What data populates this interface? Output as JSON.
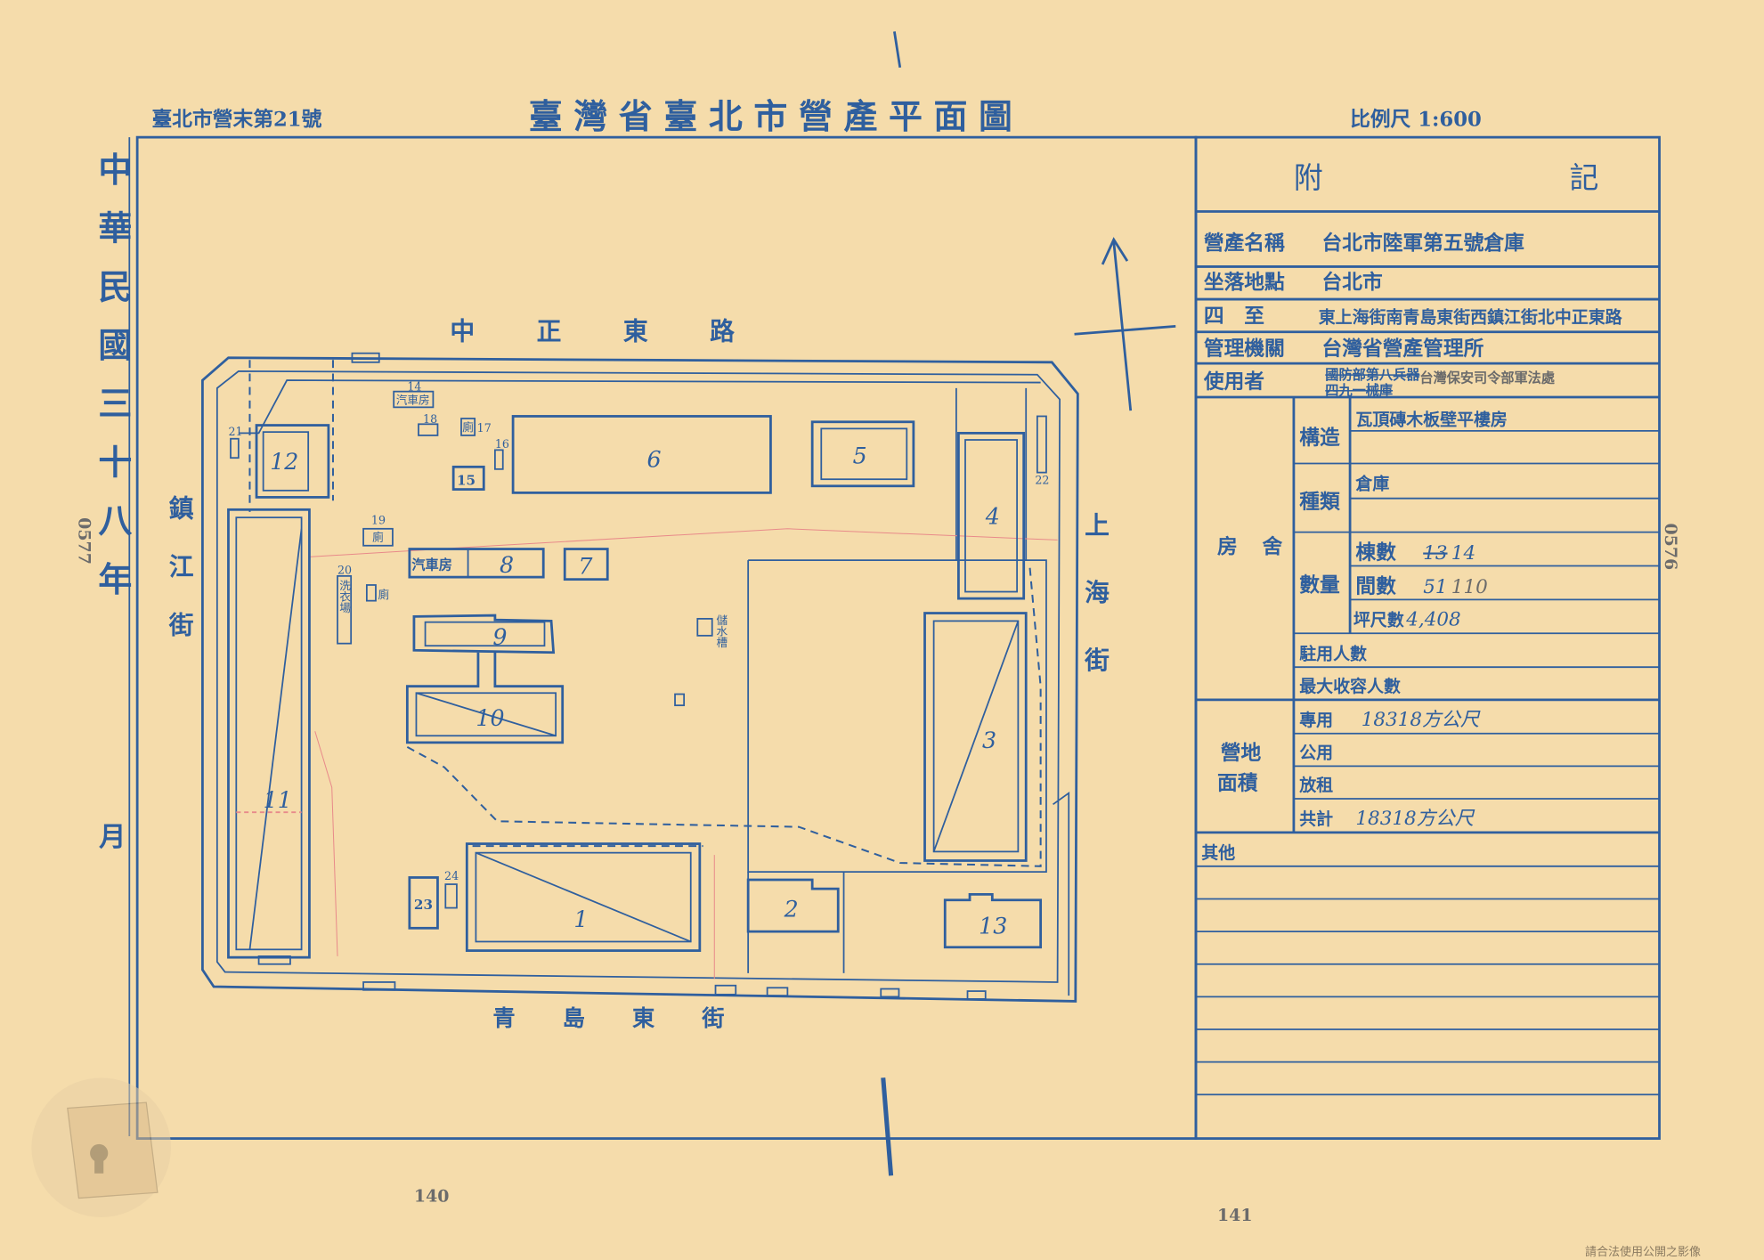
{
  "header": {
    "reference_no": "臺北市營末第21號",
    "title": "臺灣省臺北市營產平面圖",
    "scale": "比例尺 1:600"
  },
  "side_date": {
    "year": "中華民國三十八年",
    "month": "月"
  },
  "stamps": {
    "left": "0577",
    "right": "0576"
  },
  "page_numbers": {
    "left": "140",
    "right": "141"
  },
  "watermark": "請合法使用公開之影像",
  "streets": {
    "north": "中正東路",
    "south": "青島東街",
    "west": "鎮江街",
    "east": "上海街"
  },
  "map_labels": {
    "b1": "1",
    "b2": "2",
    "b3": "3",
    "b4": "4",
    "b5": "5",
    "b6": "6",
    "b7": "7",
    "b8": "8",
    "b9": "9",
    "b10": "10",
    "b11": "11",
    "b12": "12",
    "b13": "13",
    "b14": "14",
    "b15": "15",
    "b16": "16",
    "b17": "17",
    "b18": "18",
    "b19": "19",
    "b20": "20",
    "b21": "21",
    "b22": "22",
    "b23": "23",
    "b24": "24",
    "garage": "汽車房",
    "garage_small": "汽車房",
    "toilet": "廁",
    "toilet2": "廁",
    "toilet3": "廁",
    "laundry": "洗衣場",
    "water_tank": "儲水槽"
  },
  "notes": {
    "title_left": "附",
    "title_right": "記",
    "property_name_label": "營產名稱",
    "property_name": "台北市陸軍第五號倉庫",
    "location_label": "坐落地點",
    "location": "台北市",
    "boundaries_label": "四　至",
    "boundaries": "東上海街南青島東街西鎮江街北中正東路",
    "management_label": "管理機關",
    "management": "台灣省營產管理所",
    "user_label": "使用者",
    "user_struck_1": "國防部第八兵器",
    "user_struck_2": "四九一械庫",
    "user": "台灣保安司令部軍法處",
    "buildings_label": "房舍",
    "structure_label": "構造",
    "structure": "瓦頂磚木板壁平樓房",
    "type_label": "種類",
    "type": "倉庫",
    "quantity_label": "數量",
    "blocks_label": "棟數",
    "blocks_struck": "13",
    "blocks": "14",
    "rooms_label": "間數",
    "rooms_old": "51",
    "rooms": "110",
    "area_label": "坪尺數",
    "area": "4,408",
    "occupants_label": "駐用人數",
    "capacity_label": "最大收容人數",
    "land_label_1": "營地",
    "land_label_2": "面積",
    "exclusive_label": "專用",
    "exclusive": "18318方公尺",
    "public_label": "公用",
    "leased_label": "放租",
    "total_label": "共計",
    "total": "18318方公尺",
    "other_label": "其他"
  }
}
